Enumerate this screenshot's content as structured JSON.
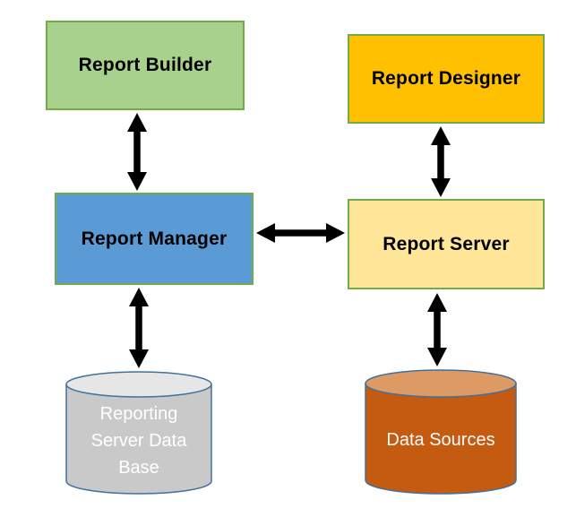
{
  "diagram": {
    "background": "#ffffff",
    "arrow_color": "#000000",
    "nodes": {
      "report_builder": {
        "label": "Report Builder",
        "shape": "rectangle",
        "fill": "#a9d18e",
        "border": "#70ad47",
        "text_color": "#000000"
      },
      "report_designer": {
        "label": "Report Designer",
        "shape": "rectangle",
        "fill": "#ffc000",
        "border": "#70ad47",
        "text_color": "#000000"
      },
      "report_manager": {
        "label": "Report Manager",
        "shape": "rectangle",
        "fill": "#5b9bd5",
        "border": "#70ad47",
        "text_color": "#000000"
      },
      "report_server": {
        "label": "Report Server",
        "shape": "rectangle",
        "fill": "#ffe699",
        "border": "#70ad47",
        "text_color": "#000000"
      },
      "reporting_db": {
        "label": "Reporting Server Data Base",
        "lines": [
          "Reporting",
          "Server Data",
          "Base"
        ],
        "shape": "cylinder",
        "fill": "#c9c9c9",
        "top_fill": "#e7e6e6",
        "border": "#41719c",
        "text_color": "#ffffff"
      },
      "data_sources": {
        "label": "Data Sources",
        "lines": [
          "Data Sources"
        ],
        "shape": "cylinder",
        "fill": "#c55a11",
        "top_fill": "#de9a64",
        "border": "#41719c",
        "text_color": "#ffffff"
      }
    },
    "connections": [
      {
        "from": "report_builder",
        "to": "report_manager",
        "direction": "bidirectional"
      },
      {
        "from": "report_designer",
        "to": "report_server",
        "direction": "bidirectional"
      },
      {
        "from": "report_manager",
        "to": "report_server",
        "direction": "bidirectional"
      },
      {
        "from": "report_manager",
        "to": "reporting_db",
        "direction": "bidirectional"
      },
      {
        "from": "report_server",
        "to": "data_sources",
        "direction": "bidirectional"
      }
    ]
  }
}
